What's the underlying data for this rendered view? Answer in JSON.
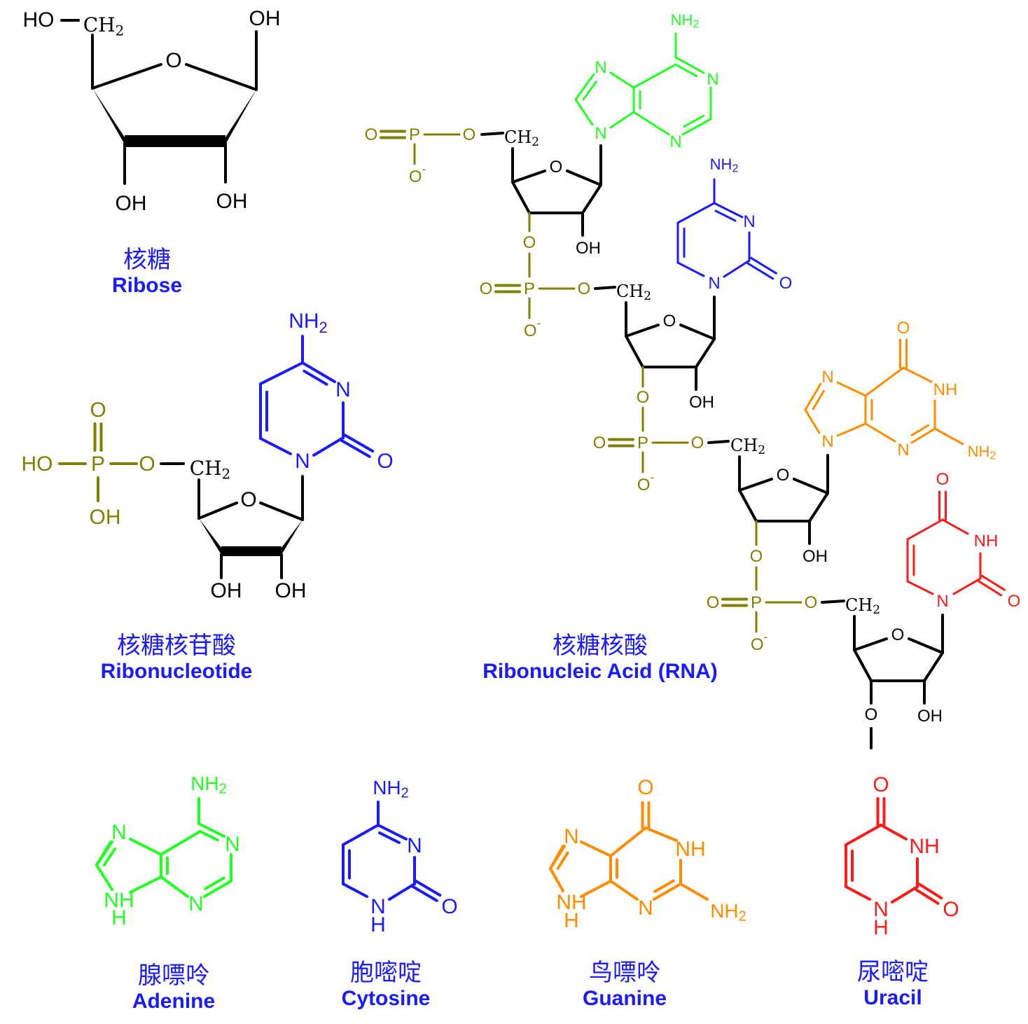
{
  "colors": {
    "sugar": "#000000",
    "phosphate": "#7f7f00",
    "adenine": "#22ff22",
    "cytosine": "#1a1aff",
    "guanine": "#ff8c00",
    "uracil": "#ff1a1a",
    "caption": "#1a1aff"
  },
  "labels": {
    "ribose": {
      "zh": "核糖",
      "en": "Ribose"
    },
    "ribonucleotide": {
      "zh": "核糖核苷酸",
      "en": "Ribonucleotide"
    },
    "rna": {
      "zh": "核糖核酸",
      "en": "Ribonucleic Acid (RNA)"
    },
    "adenine": {
      "zh": "腺嘌呤",
      "en": "Adenine"
    },
    "cytosine": {
      "zh": "胞嘧啶",
      "en": "Cytosine"
    },
    "guanine": {
      "zh": "鸟嘌呤",
      "en": "Guanine"
    },
    "uracil": {
      "zh": "尿嘧啶",
      "en": "Uracil"
    }
  },
  "atoms": {
    "ho": "HO",
    "oh": "OH",
    "o": "O",
    "o_minus": "O",
    "minus": "-",
    "ch2": "CH",
    "sub2": "2",
    "n": "N",
    "nh": "NH",
    "h": "H",
    "nh2": "NH",
    "p": "P"
  }
}
